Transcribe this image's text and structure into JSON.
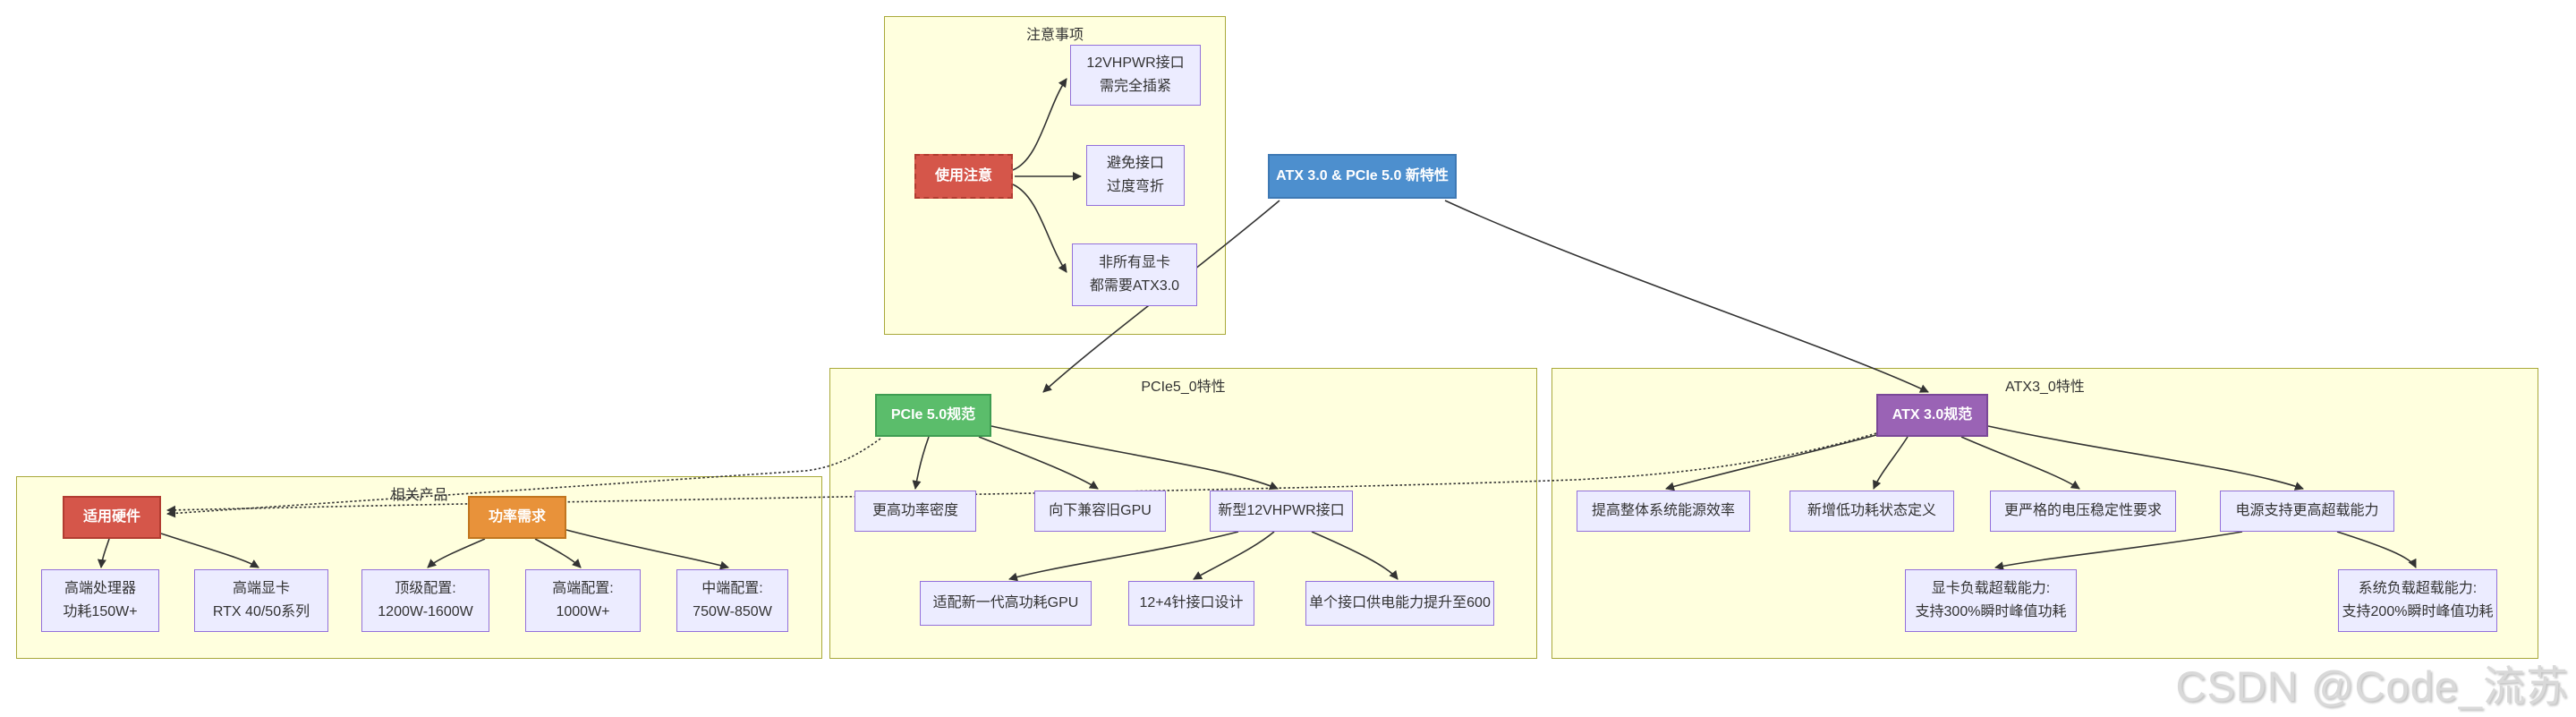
{
  "watermark": "CSDN @Code_流苏",
  "colors": {
    "group_fill": "#ffffde",
    "group_border": "#a9a93a",
    "node_fill": "#ECECFF",
    "node_border": "#9370DB",
    "red": "#d5564a",
    "orange": "#e8923a",
    "green": "#5bbd6b",
    "purple": "#9a63b5",
    "blue": "#4d8fce",
    "edge": "#333333"
  },
  "root_node": {
    "label": "ATX 3.0 & PCIe 5.0 新特性"
  },
  "groups": {
    "notes": {
      "title": "注意事项",
      "hub": "使用注意",
      "items": [
        {
          "lines": [
            "12VHPWR接口",
            "需完全插紧"
          ]
        },
        {
          "lines": [
            "避免接口",
            "过度弯折"
          ]
        },
        {
          "lines": [
            "非所有显卡",
            "都需要ATX3.0"
          ]
        }
      ]
    },
    "pcie": {
      "title": "PCIe5_0特性",
      "hub": "PCIe 5.0规范",
      "features": [
        "更高功率密度",
        "向下兼容旧GPU",
        "新型12VHPWR接口"
      ],
      "details": [
        "适配新一代高功耗GPU",
        "12+4针接口设计",
        "单个接口供电能力提升至600"
      ]
    },
    "atx": {
      "title": "ATX3_0特性",
      "hub": "ATX 3.0规范",
      "features": [
        "提高整体系统能源效率",
        "新增低功耗状态定义",
        "更严格的电压稳定性要求",
        "电源支持更高超载能力"
      ],
      "details": [
        {
          "lines": [
            "显卡负载超载能力:",
            "支持300%瞬时峰值功耗"
          ]
        },
        {
          "lines": [
            "系统负载超载能力:",
            "支持200%瞬时峰值功耗"
          ]
        }
      ]
    },
    "products": {
      "title": "相关产品",
      "hub_hardware": "适用硬件",
      "hub_power": "功率需求",
      "details": [
        {
          "lines": [
            "高端处理器",
            "功耗150W+"
          ]
        },
        {
          "lines": [
            "高端显卡",
            "RTX 40/50系列"
          ]
        },
        {
          "lines": [
            "顶级配置:",
            "1200W-1600W"
          ]
        },
        {
          "lines": [
            "高端配置:",
            "1000W+"
          ]
        },
        {
          "lines": [
            "中端配置:",
            "750W-850W"
          ]
        }
      ]
    }
  }
}
